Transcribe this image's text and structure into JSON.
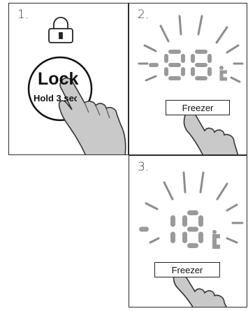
{
  "panels": [
    {
      "step": "1.",
      "lock_label": "Lock",
      "hold_label": "Hold 3 sec."
    },
    {
      "step": "2.",
      "display_digits": "88",
      "button_label": "Freezer"
    },
    {
      "step": "3.",
      "display_digits": "18",
      "button_label": "Freezer"
    }
  ],
  "icons": [
    "lock-icon",
    "hand-pointer-icon",
    "celsius-icon",
    "minus-sign-icon"
  ],
  "colors": {
    "outline": "#222222",
    "segment": "#9a9a9a",
    "rays": "#8c8c8c",
    "ghost_segment": "#e0e0e0"
  }
}
